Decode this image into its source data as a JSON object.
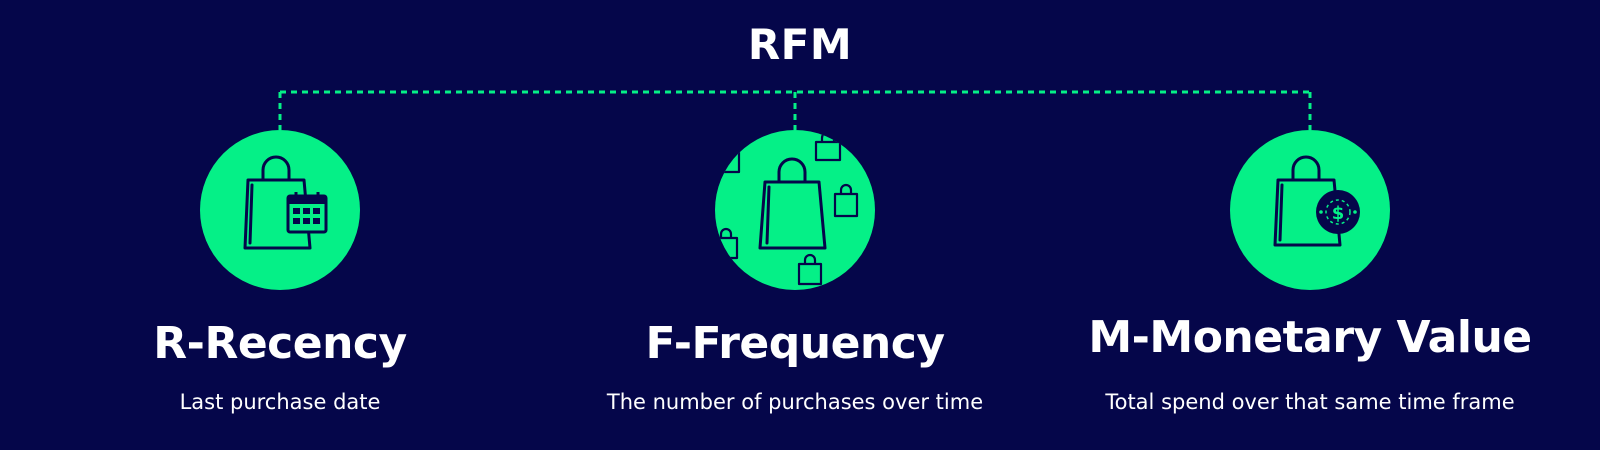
{
  "title": "RFM",
  "items": [
    {
      "heading": "R-Recency",
      "description": "Last purchase date",
      "icon": "shopping-bag-calendar-icon"
    },
    {
      "heading": "F-Frequency",
      "description": "The number of purchases over time",
      "icon": "multiple-shopping-bags-icon"
    },
    {
      "heading": "M-Monetary Value",
      "description": "Total spend over that same time frame",
      "icon": "shopping-bag-dollar-icon"
    }
  ],
  "colors": {
    "background": "#05064a",
    "accent": "#05f087",
    "text": "#ffffff",
    "icon_stroke": "#05064a"
  }
}
